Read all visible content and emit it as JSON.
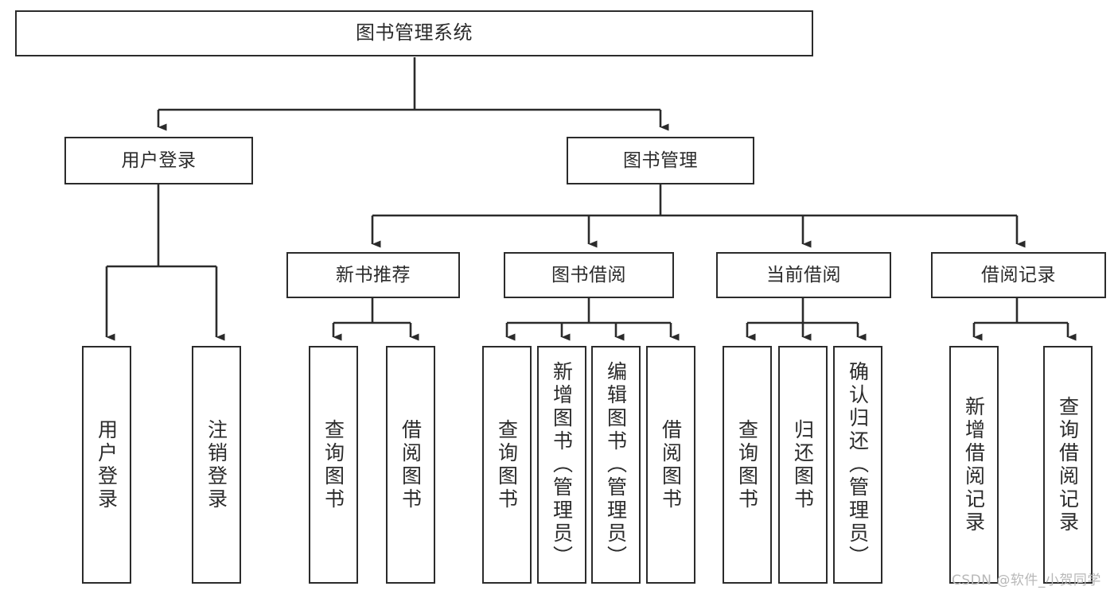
{
  "diagram": {
    "title": "图书管理系统",
    "type": "tree-hierarchy",
    "colors": {
      "stroke": "#2b2b2b",
      "fill": "#ffffff",
      "background": "#ffffff",
      "watermark": "#b8b8b8"
    },
    "root": {
      "id": "root",
      "label": "图书管理系统"
    },
    "level1": [
      {
        "id": "user-login",
        "label": "用户登录"
      },
      {
        "id": "book-manage",
        "label": "图书管理"
      }
    ],
    "level2": [
      {
        "id": "new-book-rec",
        "label": "新书推荐"
      },
      {
        "id": "book-borrow",
        "label": "图书借阅"
      },
      {
        "id": "current-borrow",
        "label": "当前借阅"
      },
      {
        "id": "borrow-record",
        "label": "借阅记录"
      }
    ],
    "leaves": {
      "user_login": [
        {
          "id": "leaf-user-login",
          "label": "用户登录"
        },
        {
          "id": "leaf-logout-login",
          "label": "注销登录"
        }
      ],
      "new_book_rec": [
        {
          "id": "leaf-query-book-1",
          "label": "查询图书"
        },
        {
          "id": "leaf-borrow-book-1",
          "label": "借阅图书"
        }
      ],
      "book_borrow": [
        {
          "id": "leaf-query-book-2",
          "label": "查询图书"
        },
        {
          "id": "leaf-add-book",
          "label": "新增图书（管理员）"
        },
        {
          "id": "leaf-edit-book",
          "label": "编辑图书（管理员）"
        },
        {
          "id": "leaf-borrow-book-2",
          "label": "借阅图书"
        }
      ],
      "current_borrow": [
        {
          "id": "leaf-query-book-3",
          "label": "查询图书"
        },
        {
          "id": "leaf-return-book",
          "label": "归还图书"
        },
        {
          "id": "leaf-confirm-return",
          "label": "确认归还（管理员）"
        }
      ],
      "borrow_record": [
        {
          "id": "leaf-add-record",
          "label": "新增借阅记录"
        },
        {
          "id": "leaf-query-record",
          "label": "查询借阅记录"
        }
      ]
    }
  },
  "watermark": {
    "text": "CSDN @软件_小贺同学"
  }
}
